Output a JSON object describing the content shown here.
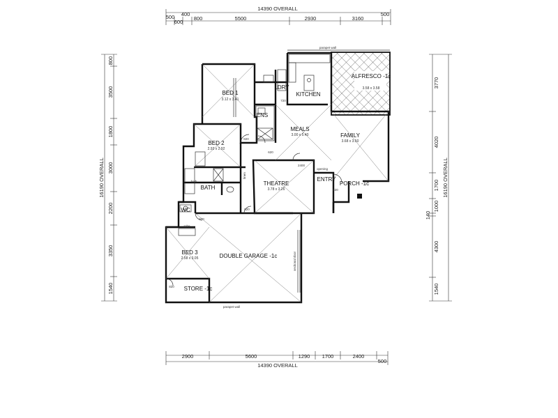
{
  "dimensions": {
    "top": {
      "overall": "14390 OVERALL",
      "row1": [
        "500",
        "400",
        "800",
        "5500",
        "2930",
        "3160",
        "500"
      ],
      "row2": [
        "600"
      ]
    },
    "bottom": {
      "overall": "14390 OVERALL",
      "row": [
        "2900",
        "5600",
        "1290",
        "1700",
        "2400",
        "500"
      ]
    },
    "left": {
      "overall": "16190 OVERALL",
      "segments": [
        "800",
        "3500",
        "1800",
        "3000",
        "2200",
        "3350",
        "1540"
      ]
    },
    "right": {
      "overall": "16190 OVERALL",
      "segments": [
        "3770",
        "4020",
        "1700",
        "1000",
        "140",
        "4300",
        "1540"
      ]
    }
  },
  "rooms": {
    "bed1": {
      "name": "BED 1",
      "size": "3.12 x 3.41"
    },
    "bed2": {
      "name": "BED 2",
      "size": "2.92 x 2.92"
    },
    "bed3": {
      "name": "BED 3",
      "size": "2.58 x 3.05"
    },
    "ens": {
      "name": "ENS"
    },
    "ldry": {
      "name": "LDRY"
    },
    "kitchen": {
      "name": "KITCHEN"
    },
    "meals": {
      "name": "MEALS",
      "size": "3.00 x 5.40"
    },
    "family": {
      "name": "FAMILY",
      "size": "3.68 x 3.50"
    },
    "alfresco": {
      "name": "ALFRESCO -1c",
      "size": "3.58 x 3.58"
    },
    "theatre": {
      "name": "THEATRE",
      "size": "3.78 x 3.26"
    },
    "entry": {
      "name": "ENTRY"
    },
    "porch": {
      "name": "PORCH -1c"
    },
    "bath": {
      "name": "BATH"
    },
    "wc": {
      "name": "WC"
    },
    "garage": {
      "name": "DOUBLE GARAGE -1c"
    },
    "store": {
      "name": "STORE -1c"
    }
  },
  "annotations": {
    "parapet_top": "parapet wall",
    "parapet_bottom": "parapet wall",
    "robe": "robe",
    "bath": "bath",
    "linen": "linen",
    "d820a": "820",
    "d820b": "820",
    "d820c": "820",
    "d820d": "820",
    "d820e": "820",
    "d720": "720",
    "d620": "620",
    "d2400": "2400",
    "sectional_door": "sectional door",
    "opening": "opening"
  }
}
